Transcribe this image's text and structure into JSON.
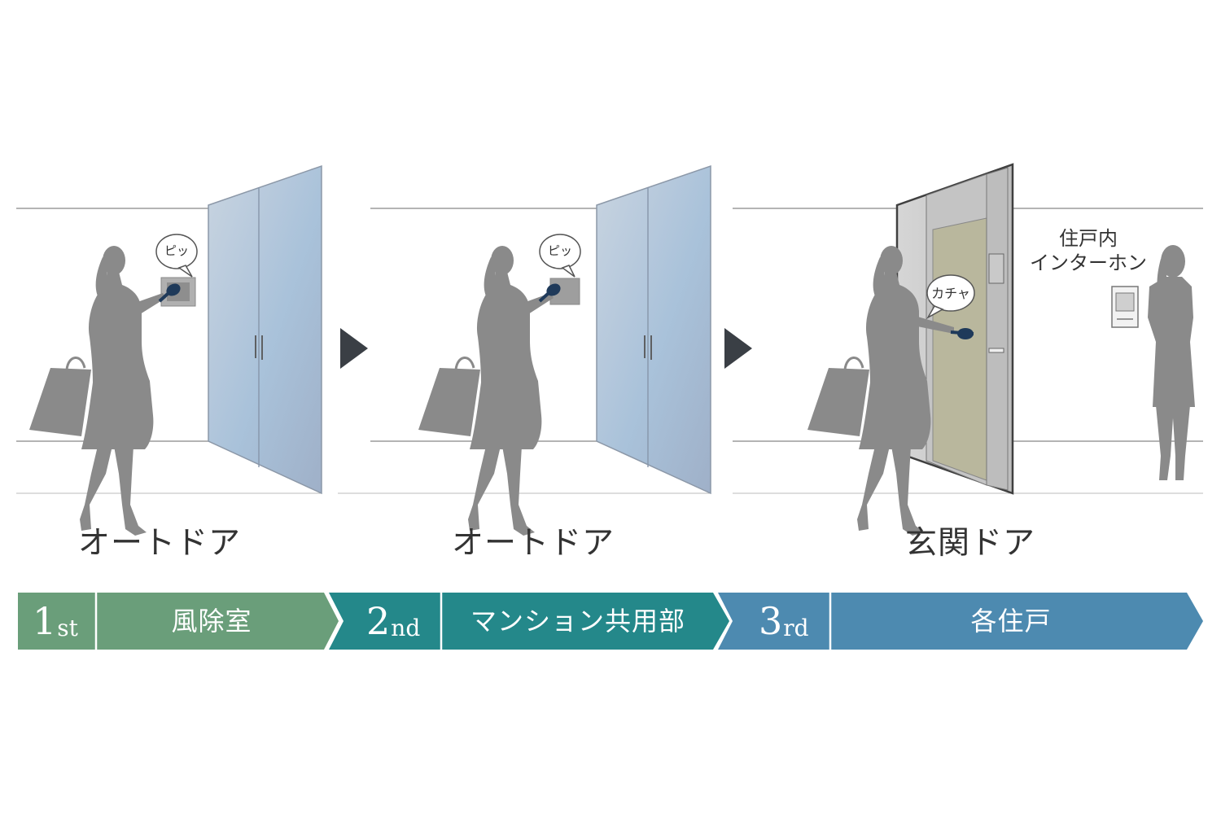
{
  "bubbles": {
    "panel1": "ピッ",
    "panel2": "ピッ",
    "panel3": "カチャ"
  },
  "captions": {
    "panel1": "オートドア",
    "panel2": "オートドア",
    "panel3": "玄関ドア"
  },
  "intercom": {
    "line1": "住戸内",
    "line2": "インターホン"
  },
  "steps": [
    {
      "num": "1",
      "suffix": "st",
      "area": "風除室",
      "color": "#6a9e7a"
    },
    {
      "num": "2",
      "suffix": "nd",
      "area": "マンション共用部",
      "color": "#24888a"
    },
    {
      "num": "3",
      "suffix": "rd",
      "area": "各住戸",
      "color": "#4d8ab0"
    }
  ],
  "colors": {
    "silhouette": "#8a8a8a",
    "glass": "#a8b8cc",
    "entrance_door": "#b9b79d",
    "arrow": "#3a3f45"
  }
}
